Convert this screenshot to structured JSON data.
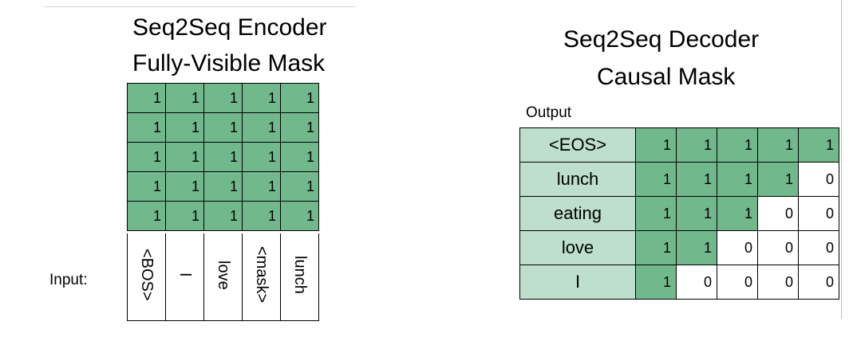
{
  "encoder": {
    "title_line1": "Seq2Seq Encoder",
    "title_line2": "Fully-Visible Mask",
    "input_label": "Input:",
    "rows": [
      [
        "1",
        "1",
        "1",
        "1",
        "1"
      ],
      [
        "1",
        "1",
        "1",
        "1",
        "1"
      ],
      [
        "1",
        "1",
        "1",
        "1",
        "1"
      ],
      [
        "1",
        "1",
        "1",
        "1",
        "1"
      ],
      [
        "1",
        "1",
        "1",
        "1",
        "1"
      ]
    ],
    "tokens": [
      "<BOS>",
      "I",
      "love",
      "<mask>",
      "lunch"
    ]
  },
  "decoder": {
    "title_line1": "Seq2Seq Decoder",
    "title_line2": "Causal Mask",
    "output_label": "Output",
    "rows": [
      {
        "label": "<EOS>",
        "cells": [
          "1",
          "1",
          "1",
          "1",
          "1"
        ]
      },
      {
        "label": "lunch",
        "cells": [
          "1",
          "1",
          "1",
          "1",
          "0"
        ]
      },
      {
        "label": "eating",
        "cells": [
          "1",
          "1",
          "1",
          "0",
          "0"
        ]
      },
      {
        "label": "love",
        "cells": [
          "1",
          "1",
          "0",
          "0",
          "0"
        ]
      },
      {
        "label": "I",
        "cells": [
          "1",
          "0",
          "0",
          "0",
          "0"
        ]
      }
    ]
  },
  "colors": {
    "mask_on": "#72b88d",
    "mask_off": "#ffffff",
    "row_label_bg": "#bddfcb"
  }
}
